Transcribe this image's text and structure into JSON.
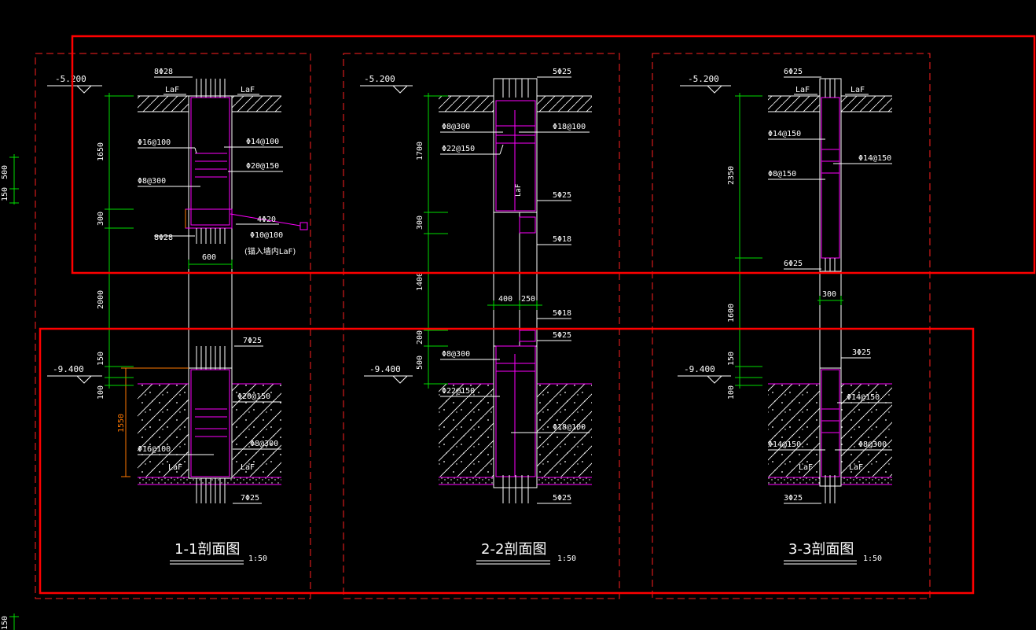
{
  "colors": {
    "background": "#000000",
    "frame": "#ff2020",
    "rebar": "#ff00ff",
    "dimension": "#00dd00",
    "text": "#ffffff",
    "ground": "#ffffff",
    "highlight": "#ff0000",
    "orange": "#ff7700"
  },
  "left_edge": {
    "top_dims": [
      "500",
      "150"
    ],
    "bottom_dim": "150"
  },
  "sections": [
    {
      "title": "1-1剖面图",
      "scale": "1:50",
      "elev_top": "-5.200",
      "elev_bottom": "-9.400",
      "dims": [
        "1650",
        "300",
        "2000",
        "150",
        "100"
      ],
      "dim_width": "600",
      "dim_red": "1550",
      "labels": {
        "top_bars": "8Φ28",
        "laf_l": "LaF",
        "laf_r": "LaF",
        "a1": "Φ16@100",
        "a2": "Φ14@100",
        "a3": "Φ20@150",
        "a4": "Φ8@300",
        "a5": "4Φ20",
        "a6": "8Φ28",
        "a7": "Φ10@100",
        "a8": "(锚入墙内LaF)",
        "b1": "7Φ25",
        "b2": "Φ20@150",
        "b3": "Φ8@300",
        "b4": "Φ16@100",
        "b5": "LaF",
        "b6": "LaF",
        "b7": "7Φ25"
      }
    },
    {
      "title": "2-2剖面图",
      "scale": "1:50",
      "elev_top": "-5.200",
      "elev_bottom": "-9.400",
      "dims": [
        "1700",
        "300",
        "1400",
        "200",
        "500"
      ],
      "dim_w1": "400",
      "dim_w2": "250",
      "labels": {
        "top_bars": "5Φ25",
        "a1": "Φ8@300",
        "a2": "Φ18@100",
        "a3": "Φ22@150",
        "a4": "LaF",
        "a5": "5Φ25",
        "a6": "5Φ18",
        "m1": "5Φ18",
        "b1": "5Φ25",
        "b2": "Φ8@300",
        "b3": "Φ22@150",
        "b4": "Φ18@100",
        "b5": "5Φ25"
      }
    },
    {
      "title": "3-3剖面图",
      "scale": "1:50",
      "elev_top": "-5.200",
      "elev_bottom": "-9.400",
      "dims": [
        "2350",
        "1600",
        "150",
        "100"
      ],
      "dim_width": "300",
      "labels": {
        "top_bars": "6Φ25",
        "laf_l": "LaF",
        "laf_r": "LaF",
        "a1": "Φ14@150",
        "a2": "Φ14@150",
        "a3": "Φ8@150",
        "a4": "6Φ25",
        "b1": "3Φ25",
        "b2": "Φ14@150",
        "b3": "Φ14@150",
        "b4": "Φ8@300",
        "b5": "LaF",
        "b6": "LaF",
        "b7": "3Φ25"
      }
    }
  ]
}
